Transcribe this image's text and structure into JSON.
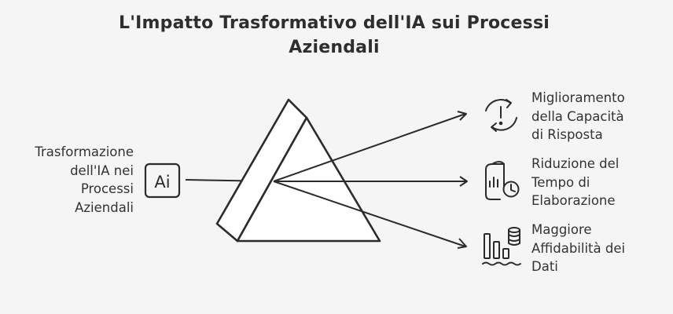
{
  "title": {
    "line1": "L'Impatto Trasformativo dell'IA sui Processi",
    "line2": "Aziendali"
  },
  "input": {
    "lines": [
      "Trasformazione",
      "dell'IA nei",
      "Processi",
      "Aziendali"
    ],
    "icon_text": "Ai",
    "icon": "ai-icon"
  },
  "outputs": [
    {
      "lines": [
        "Miglioramento",
        "della Capacità",
        "di Risposta"
      ],
      "icon": "alert-refresh-icon"
    },
    {
      "lines": [
        "Riduzione del",
        "Tempo di",
        "Elaborazione"
      ],
      "icon": "document-clock-icon"
    },
    {
      "lines": [
        "Maggiore",
        "Affidabilità dei",
        "Dati"
      ],
      "icon": "database-chart-icon"
    }
  ],
  "colors": {
    "background": "#f5f5f5",
    "ink": "#2b2b2b",
    "prism_fill": "#ffffff"
  }
}
